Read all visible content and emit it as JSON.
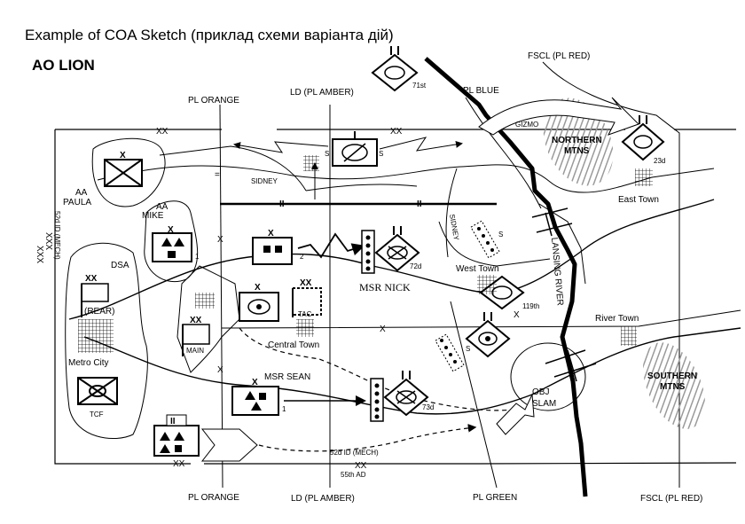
{
  "header": {
    "title": "Example of COA Sketch (приклад схеми варіанта дій)",
    "ao": "AO  LION"
  },
  "phase_lines": {
    "orange_top": "PL ORANGE",
    "orange_bottom": "PL ORANGE",
    "amber_top": "LD (PL AMBER)",
    "amber_bottom": "LD  (PL AMBER)",
    "blue": "PL BLUE",
    "green": "PL GREEN",
    "fscl_top": "FSCL (PL RED)",
    "fscl_bottom": "FSCL (PL RED)"
  },
  "boundaries": {
    "xx_top_left": "XX",
    "xx_top_right": "XX",
    "xx_bottom_left": "XX",
    "xx_bottom_right": "XX",
    "xxx_left": "XXX",
    "xxx_left_vertical": "XXX",
    "xx_bottom_unit_top": "52d ID (MECH)",
    "xx_bottom_unit_bottom": "55th AD",
    "left_unit": "52d ID (MECH)",
    "x_mid": "X",
    "x_119": "X",
    "x_left_1": "X",
    "x_left_2": "X",
    "orange_eq": "="
  },
  "areas": {
    "aa_paula": "AA\nPAULA",
    "aa_paula_l1": "AA",
    "aa_paula_l2": "PAULA",
    "aa_mike_l1": "AA",
    "aa_mike_l2": "MIKE",
    "dsa": "DSA",
    "metro_city": "Metro City",
    "central_town": "Central Town",
    "east_town": "East Town",
    "west_town": "West Town",
    "river_town": "River Town",
    "northern_mtns_l1": "NORTHERN",
    "northern_mtns_l2": "MTNS",
    "southern_mtns_l1": "SOUTHERN",
    "southern_mtns_l2": "MTNS",
    "obj_slam_l1": "OBJ",
    "obj_slam_l2": "SLAM",
    "lansing_river": "LANSING RIVER",
    "gizmo": "GIZMO"
  },
  "routes": {
    "sidney_top": "SIDNEY",
    "sidney_vertical": "SIDNEY",
    "msr_nick": "MSR NICK",
    "msr_sean": "MSR SEAN"
  },
  "units": {
    "u71": "71st",
    "u72": "72d",
    "u73": "73d",
    "u23": "23d",
    "u119": "119th",
    "rear": "(REAR)",
    "main": "MAIN",
    "tac": "TAC",
    "tcf": "TCF",
    "echelon_x": "X",
    "echelon_xx": "XX",
    "echelon_ii": "II",
    "brigade_1": "1",
    "brigade_2": "2",
    "brigade_1b": "1",
    "screen_s": "S"
  },
  "colors": {
    "ink": "#000000",
    "mountain_fill": "#bfbfbf",
    "background": "#ffffff"
  }
}
